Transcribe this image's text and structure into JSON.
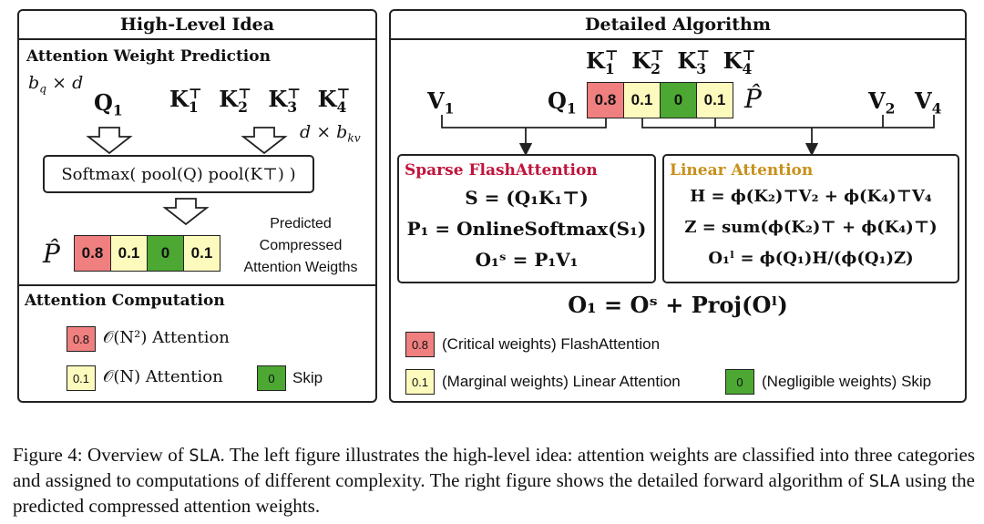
{
  "left_panel": {
    "title": "High-Level Idea",
    "prediction_heading": "Attention Weight Prediction",
    "bq_label": "b",
    "bq_sub": "q",
    "bq_rest": " × d",
    "q_label": "Q",
    "q_sub": "1",
    "k_labels": [
      {
        "base": "K",
        "sub": "1"
      },
      {
        "base": "K",
        "sub": "2"
      },
      {
        "base": "K",
        "sub": "3"
      },
      {
        "base": "K",
        "sub": "4"
      }
    ],
    "transpose": "⊤",
    "dkv_label": "d × b",
    "dkv_sub": "kv",
    "softmax_formula": "Softmax( pool(Q) pool(K⊤) )",
    "p_hat": "P̂",
    "predicted_lines": [
      "Predicted",
      "Compressed",
      "Attention Weigths"
    ],
    "weights": [
      "0.8",
      "0.1",
      "0",
      "0.1"
    ],
    "computation_heading": "Attention Computation",
    "legend": [
      {
        "value": "0.8",
        "label": "𝒪(N²) Attention"
      },
      {
        "value": "0.1",
        "label": "𝒪(N) Attention"
      },
      {
        "value": "0",
        "label": "Skip"
      }
    ]
  },
  "right_panel": {
    "title": "Detailed Algorithm",
    "k_labels": [
      {
        "base": "K",
        "sub": "1"
      },
      {
        "base": "K",
        "sub": "2"
      },
      {
        "base": "K",
        "sub": "3"
      },
      {
        "base": "K",
        "sub": "4"
      }
    ],
    "transpose": "⊤",
    "v1": {
      "base": "V",
      "sub": "1"
    },
    "q1": {
      "base": "Q",
      "sub": "1"
    },
    "p_hat": "P̂",
    "v2": {
      "base": "V",
      "sub": "2"
    },
    "v4": {
      "base": "V",
      "sub": "4"
    },
    "weights": [
      "0.8",
      "0.1",
      "0",
      "0.1"
    ],
    "sparse_title": "Sparse FlashAttention",
    "sparse_lines": [
      "S = (Q₁K₁⊤)",
      "P₁ = OnlineSoftmax(S₁)",
      "O₁ˢ = P₁V₁"
    ],
    "linear_title": "Linear Attention",
    "linear_lines": [
      "H = ϕ(K₂)⊤V₂ + ϕ(K₄)⊤V₄",
      "Z = sum(ϕ(K₂)⊤ + ϕ(K₄)⊤)",
      "O₁ˡ = ϕ(Q₁)H/(ϕ(Q₁)Z)"
    ],
    "output_formula": "O₁ = Oˢ + Proj(Oˡ)",
    "legend": [
      {
        "value": "0.8",
        "label": "(Critical weights) FlashAttention"
      },
      {
        "value": "0.1",
        "label": "(Marginal weights) Linear Attention"
      },
      {
        "value": "0",
        "label": "(Negligible weights) Skip"
      }
    ]
  },
  "caption": {
    "prefix": "Figure 4: Overview of ",
    "sla1": "SLA",
    "middle": ". The left figure illustrates the high-level idea: attention weights are classified into three categories and assigned to computations of different complexity. The right figure shows the detailed forward algorithm of ",
    "sla2": "SLA",
    "suffix": " using the predicted compressed attention weights."
  },
  "colors": {
    "critical": "#f07f7f",
    "marginal": "#fdfabd",
    "negligible": "#4ca832",
    "sparse_title": "#c0143c",
    "linear_title": "#c8901a",
    "border": "#222222"
  }
}
